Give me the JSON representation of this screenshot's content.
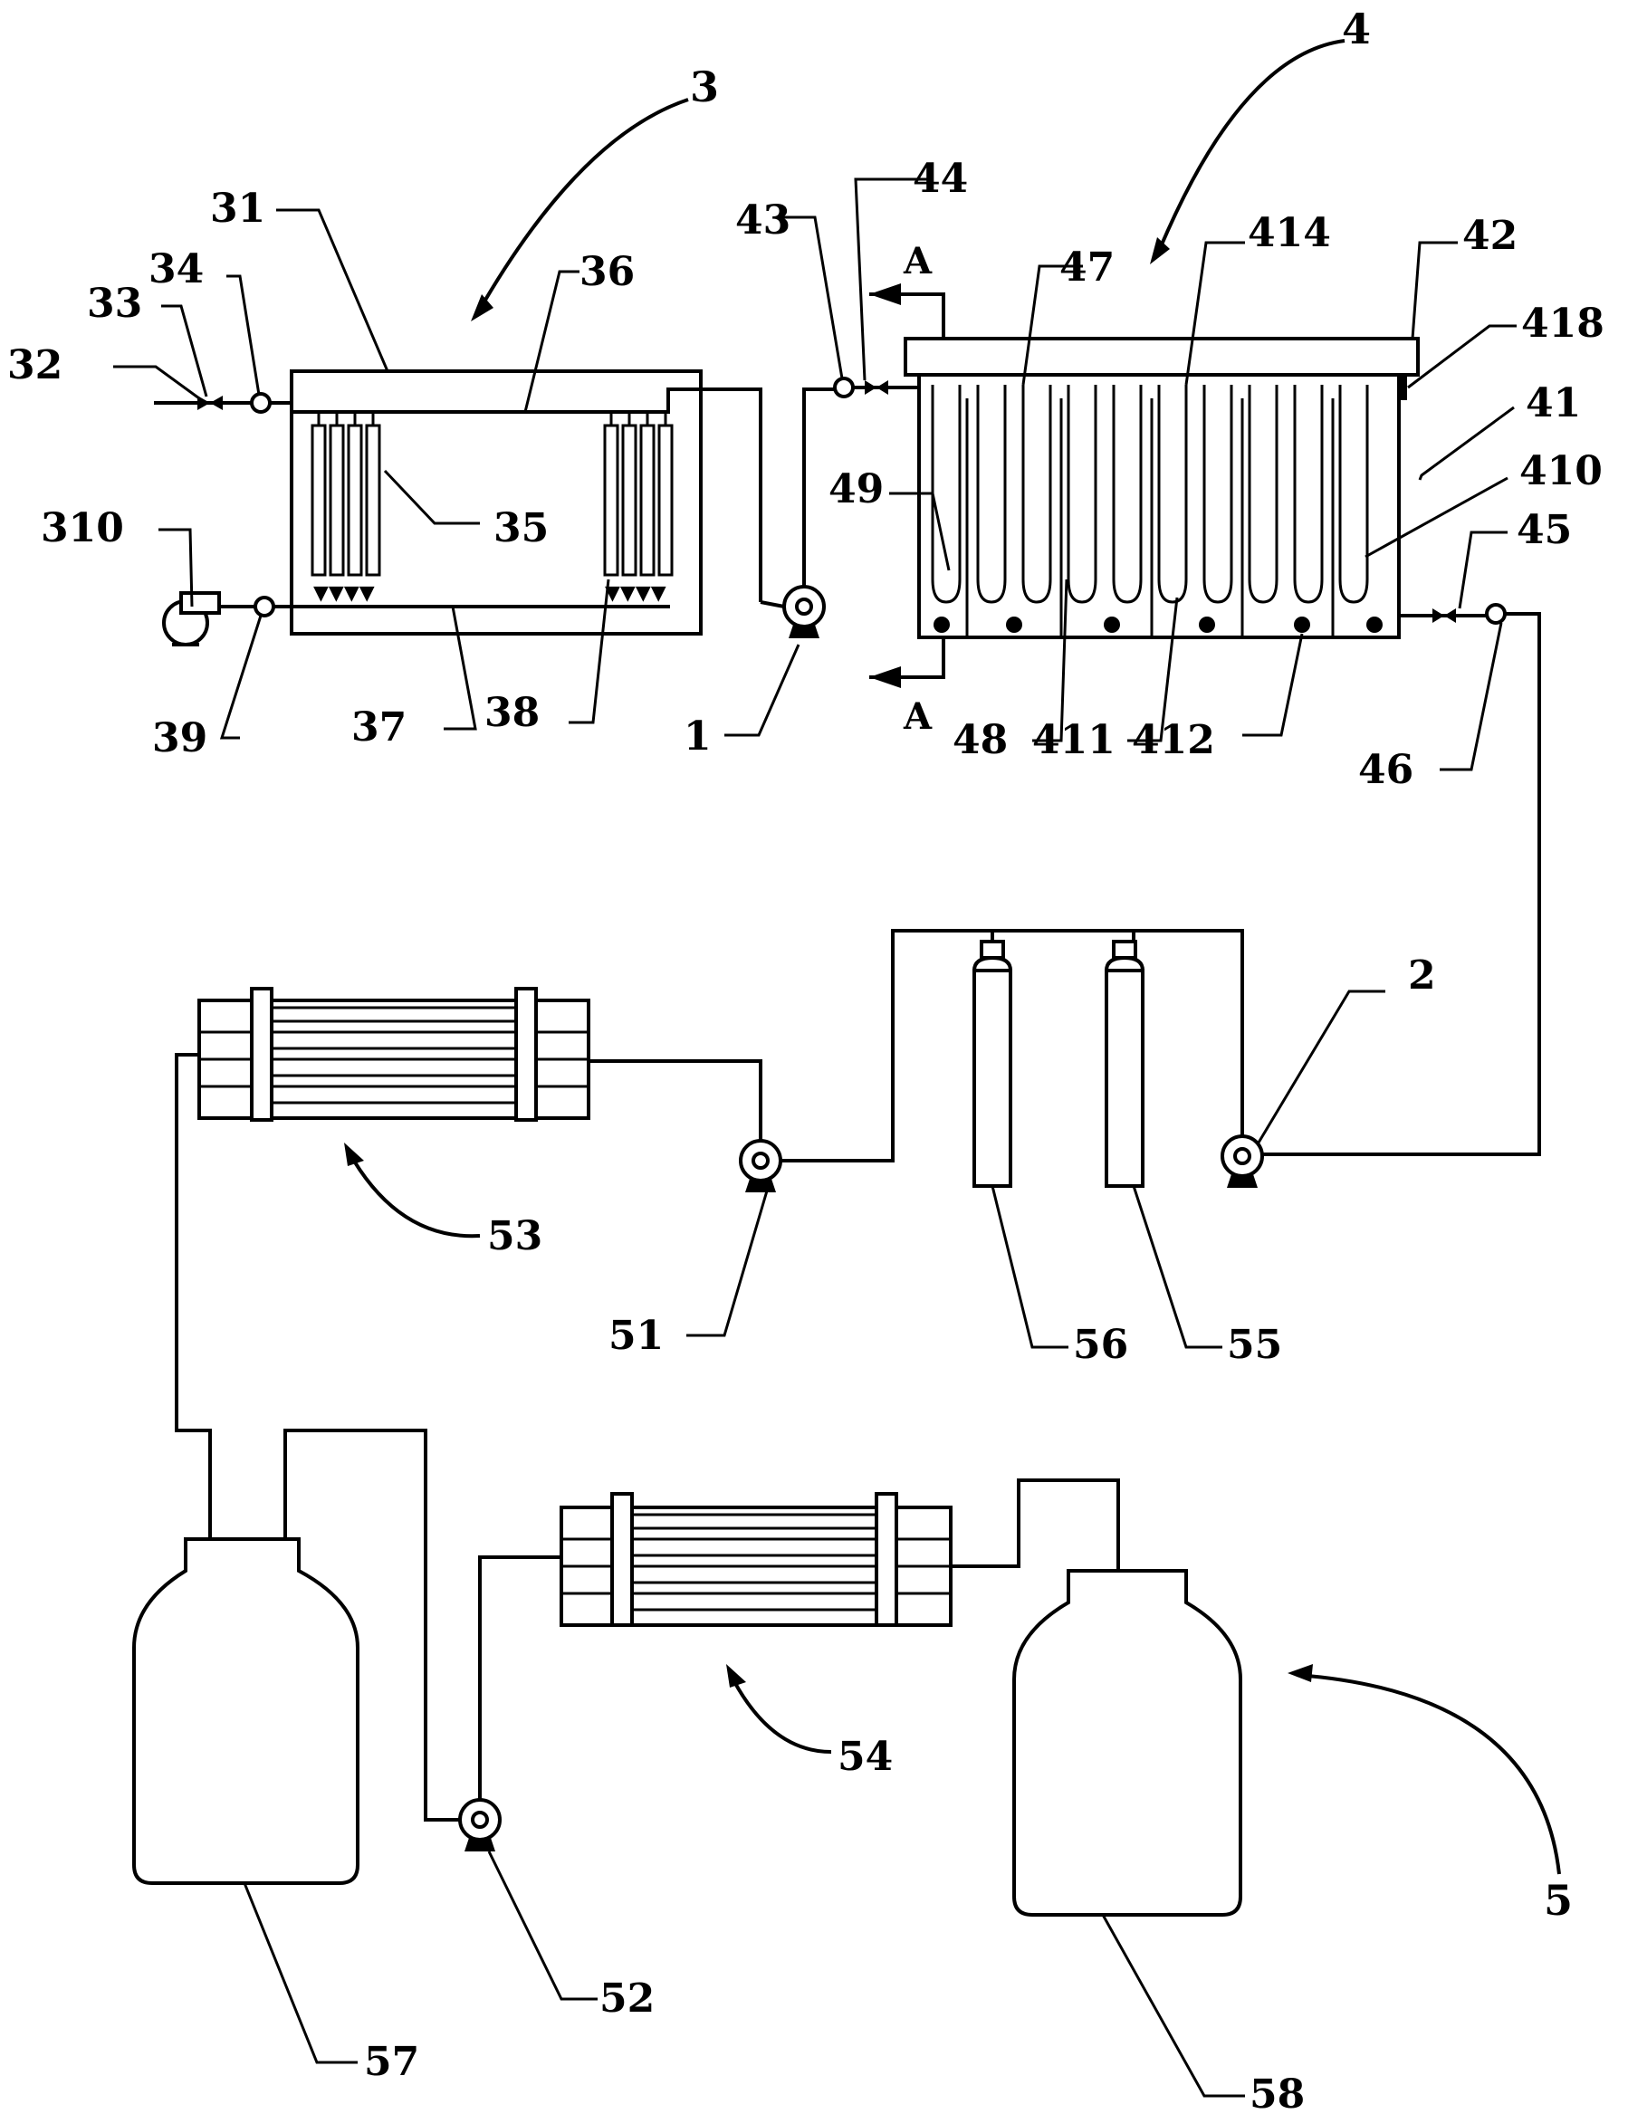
{
  "labels": {
    "l1": "1",
    "l2": "2",
    "l3": "3",
    "l4": "4",
    "l5": "5",
    "l31": "31",
    "l32": "32",
    "l33": "33",
    "l34": "34",
    "l35": "35",
    "l36": "36",
    "l37": "37",
    "l38": "38",
    "l39": "39",
    "l310": "310",
    "l41": "41",
    "l42": "42",
    "l43": "43",
    "l44": "44",
    "l45": "45",
    "l46": "46",
    "l47": "47",
    "l48": "48",
    "l49": "49",
    "l410": "410",
    "l411": "411",
    "l412": "412",
    "l414": "414",
    "l418": "418",
    "l51": "51",
    "l52": "52",
    "l53": "53",
    "l54": "54",
    "l55": "55",
    "l56": "56",
    "l57": "57",
    "l58": "58",
    "sectionA_top": "A",
    "sectionA_bottom": "A"
  }
}
